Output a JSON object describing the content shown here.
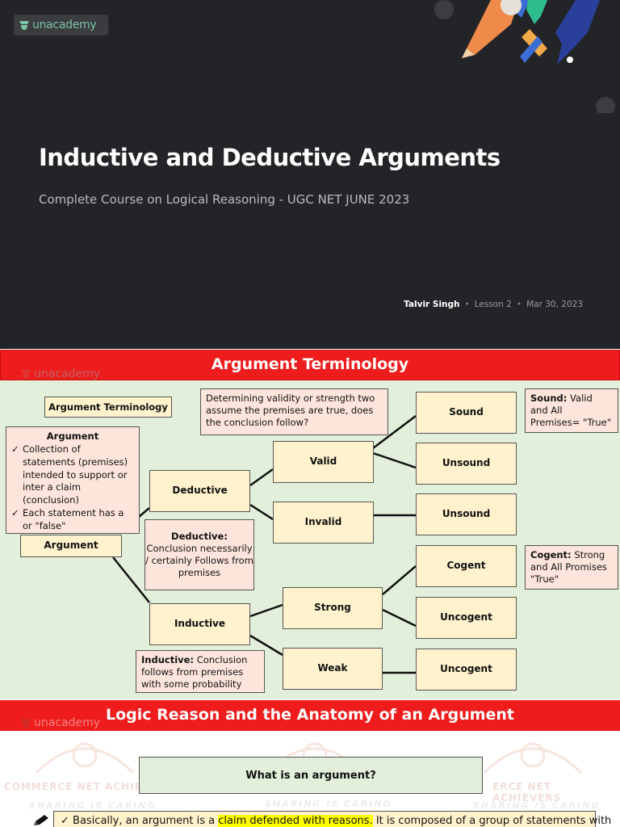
{
  "slide1": {
    "brand": "unacademy",
    "title": "Inductive and Deductive Arguments",
    "subtitle": "Complete Course on Logical Reasoning - UGC NET JUNE 2023",
    "author": "Talvir Singh",
    "lesson": "Lesson 2",
    "date": "Mar 30, 2023",
    "colors": {
      "background": "#232427",
      "brand": "#7cc2a3"
    }
  },
  "slide2": {
    "heading": "Argument Terminology",
    "brand": "unacademy",
    "boxes": {
      "terminology": "Argument Terminology",
      "determining": "Determining validity or strength two assume the premises are true, does the conclusion follow?",
      "argument_title": "Argument",
      "argument_points": [
        "Collection of statements (premises) intended to support or inter a claim (conclusion)",
        "Each statement has a or \"false\""
      ],
      "argument": "Argument",
      "deductive": "Deductive",
      "deductive_note_title": "Deductive:",
      "deductive_note": "Conclusion necessarily / certainly Follows from premises",
      "inductive": "Inductive",
      "inductive_note_title": "Inductive:",
      "inductive_note": "Conclusion follows from premises with some probability",
      "valid": "Valid",
      "invalid": "Invalid",
      "strong": "Strong",
      "weak": "Weak",
      "sound": "Sound",
      "unsound1": "Unsound",
      "unsound2": "Unsound",
      "cogent": "Cogent",
      "uncogent1": "Uncogent",
      "uncogent2": "Uncogent",
      "sound_note_title": "Sound:",
      "sound_note": "Valid and All Premises= \"True\"",
      "cogent_note_title": "Cogent:",
      "cogent_note": "Strong and All Promises \"True\""
    },
    "colors": {
      "header": "#ee1c1c",
      "background": "#e2efda",
      "yellow_box": "#fff2cc",
      "pink_box": "#fde5dc"
    }
  },
  "slide3": {
    "heading": "Logic Reason and the Anatomy of an Argument",
    "brand": "unacademy",
    "watermark_left": "COMMERCE NET ACHIEVERS",
    "watermark_right": "ERCE NET ACHIEVERS",
    "watermark_tag1": "SHARING IS CARING",
    "watermark_tag2": "SHARING IS CARING",
    "watermark_tag3": "SHARING IS CARING",
    "question": "What is an argument?",
    "answer_before": "Basically, an argument is a ",
    "answer_highlight": "claim defended with reasons.",
    "answer_after": " It is composed of a group of statements with"
  }
}
